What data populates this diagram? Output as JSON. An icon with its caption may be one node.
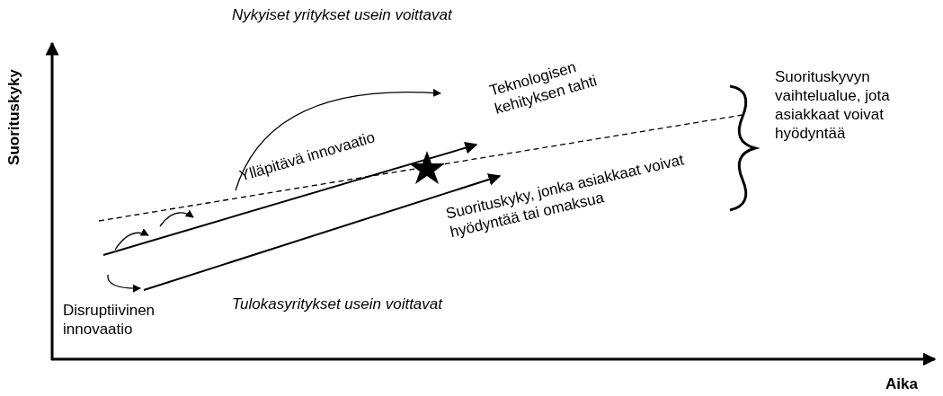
{
  "diagram": {
    "labels": [
      "Nykyiset yritykset usein voittavat",
      "Suorituskyky",
      "Teknologisen kehityksen tahti",
      "Suorituskyvyn vaihtelualue, jota asiakkaat voivat hyödyntää",
      "Ylläpitävä innovaatio",
      "Suorituskyky, jonka asiakkaat voivat hyödyntää tai omaksua",
      "Tulokasyritykset usein voittavat",
      "Disruptiivinen innovaatio",
      "Aika"
    ]
  }
}
